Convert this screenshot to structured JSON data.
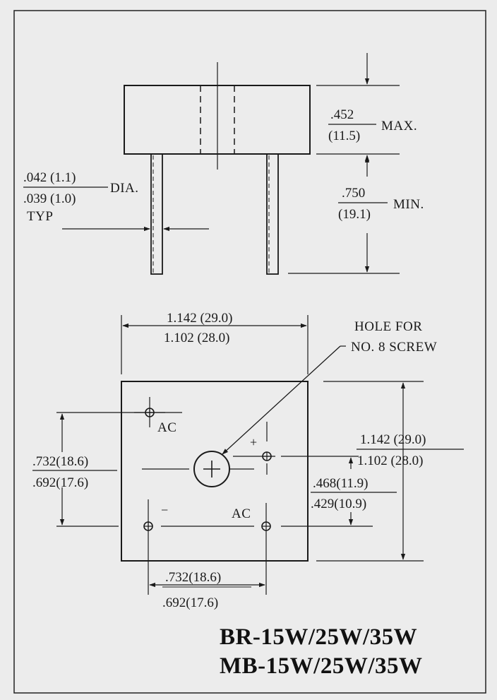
{
  "side_view": {
    "height": {
      "top": ".452",
      "bottom": "(11.5)",
      "suffix": "MAX."
    },
    "lead_length": {
      "top": ".750",
      "bottom": "(19.1)",
      "suffix": "MIN."
    },
    "lead_diameter": {
      "top": ".042 (1.1)",
      "bottom": ".039 (1.0)",
      "suffix": "DIA.",
      "note": "TYP"
    }
  },
  "top_view": {
    "width": {
      "top": "1.142 (29.0)",
      "bottom": "1.102 (28.0)"
    },
    "height": {
      "top": "1.142 (29.0)",
      "bottom": "1.102 (28.0)"
    },
    "left_spacing": {
      "top": ".732(18.6)",
      "bottom": ".692(17.6)"
    },
    "bottom_spacing": {
      "top": ".732(18.6)",
      "bottom": ".692(17.6)"
    },
    "hole_offset": {
      "top": ".468(11.9)",
      "bottom": ".429(10.9)"
    },
    "hole_callout": {
      "line1": "HOLE FOR",
      "line2": "NO. 8 SCREW"
    },
    "pins": {
      "ac_top": "AC",
      "ac_bottom": "AC",
      "plus": "+",
      "minus": "−"
    }
  },
  "part_numbers": {
    "line1": "BR-15W/25W/35W",
    "line2": "MB-15W/25W/35W"
  }
}
